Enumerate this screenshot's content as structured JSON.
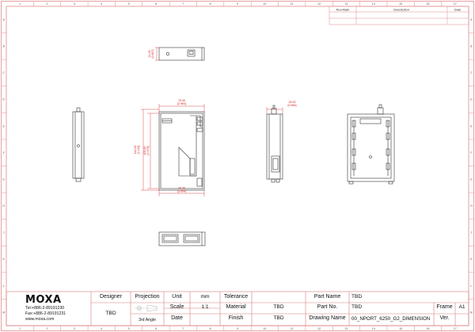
{
  "zones": {
    "columns": [
      "1",
      "2",
      "3",
      "4",
      "5",
      "6",
      "7",
      "8",
      "9",
      "10",
      "11",
      "12",
      "13",
      "14",
      "15",
      "16",
      "17"
    ],
    "rows": [
      "A",
      "B",
      "C",
      "D",
      "E",
      "F",
      "G",
      "H",
      "J",
      "K",
      "L",
      "M"
    ]
  },
  "revision_table": {
    "headers": [
      "Rev.Mark",
      "Description",
      "Date"
    ]
  },
  "dimensions": {
    "top_height": "[0.567]",
    "top_height_mm": "14.39",
    "front_width": "[2.964]",
    "front_width_mm": "75.30",
    "front_height_overall": "[4.411]",
    "front_height_overall_mm": "112.05",
    "front_height_body": "[4.079]",
    "front_height_body_mm": "103.60",
    "bottom_width": "[3.004]",
    "bottom_width_mm": "76.30",
    "side_width": "[0.984]",
    "side_width_mm": "25.00"
  },
  "colors": {
    "border": "#e08a8a",
    "dimension": "#d42020",
    "outline": "#333333",
    "title_block_line": "#d97a7a"
  },
  "company": {
    "logo": "MOXA",
    "tel": "Tel:+886-2-89191230",
    "fax": "Fax:+886-2-89191231",
    "web": "www.moxa.com"
  },
  "title_block": {
    "designer_label": "Designer",
    "designer_value": "TBD",
    "projection_label": "Projection",
    "projection_value": "3rd Angle",
    "unit_label": "Unit",
    "unit_value": "mm",
    "scale_label": "Scale",
    "scale_value": "1:1",
    "date_label": "Date",
    "tolerance_label": "Tolerance",
    "material_label": "Material",
    "material_value": "TBD",
    "finish_label": "Finish",
    "finish_value": "TBD",
    "part_name_label": "Part Name",
    "part_name_value": "TBD",
    "part_no_label": "Part No.",
    "part_no_value": "TBD",
    "drawing_name_label": "Drawing Name",
    "drawing_name_value": "00_NPORT_6250_G2_DIMENSION",
    "frame_label": "Frame",
    "frame_value": "A1",
    "ver_label": "Ver."
  }
}
